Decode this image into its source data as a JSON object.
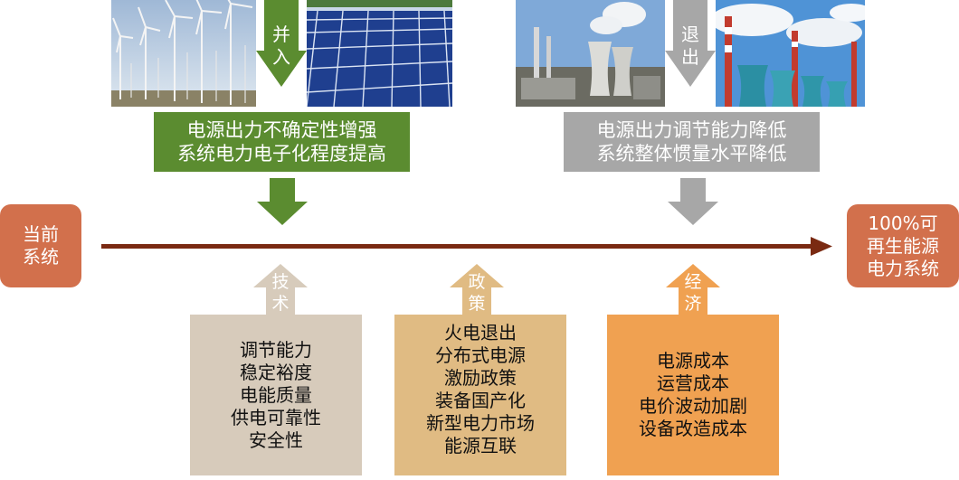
{
  "top_left": {
    "arrow_label": [
      "并",
      "入"
    ],
    "banner": [
      "电源出力不确定性增强",
      "系统电力电子化程度提高"
    ],
    "colors": {
      "green": "#5b8c30"
    }
  },
  "top_right": {
    "arrow_label": [
      "退",
      "出"
    ],
    "banner": [
      "电源出力调节能力降低",
      "系统整体惯量水平降低"
    ],
    "colors": {
      "gray": "#a7a7a7"
    }
  },
  "timeline": {
    "start": [
      "当前",
      "系统"
    ],
    "end": [
      "100%可",
      "再生能源",
      "电力系统"
    ],
    "colors": {
      "arrow": "#7a2a12",
      "box": "#d2704c"
    }
  },
  "factors": [
    {
      "key": "tech",
      "label": [
        "技",
        "术"
      ],
      "items": [
        "调节能力",
        "稳定裕度",
        "电能质量",
        "供电可靠性",
        "安全性"
      ],
      "color": "#d7cbbb"
    },
    {
      "key": "policy",
      "label": [
        "政",
        "策"
      ],
      "items": [
        "火电退出",
        "分布式电源",
        "激励政策",
        "装备国产化",
        "新型电力市场",
        "能源互联"
      ],
      "color": "#e0bb83"
    },
    {
      "key": "econ",
      "label": [
        "经",
        "济"
      ],
      "items": [
        "电源成本",
        "运营成本",
        "电价波动加剧",
        "设备改造成本"
      ],
      "color": "#f0a151"
    }
  ],
  "icons": [
    "wind-turbine-photo",
    "solar-panel-photo",
    "cooling-tower-photo",
    "smokestack-photo"
  ]
}
